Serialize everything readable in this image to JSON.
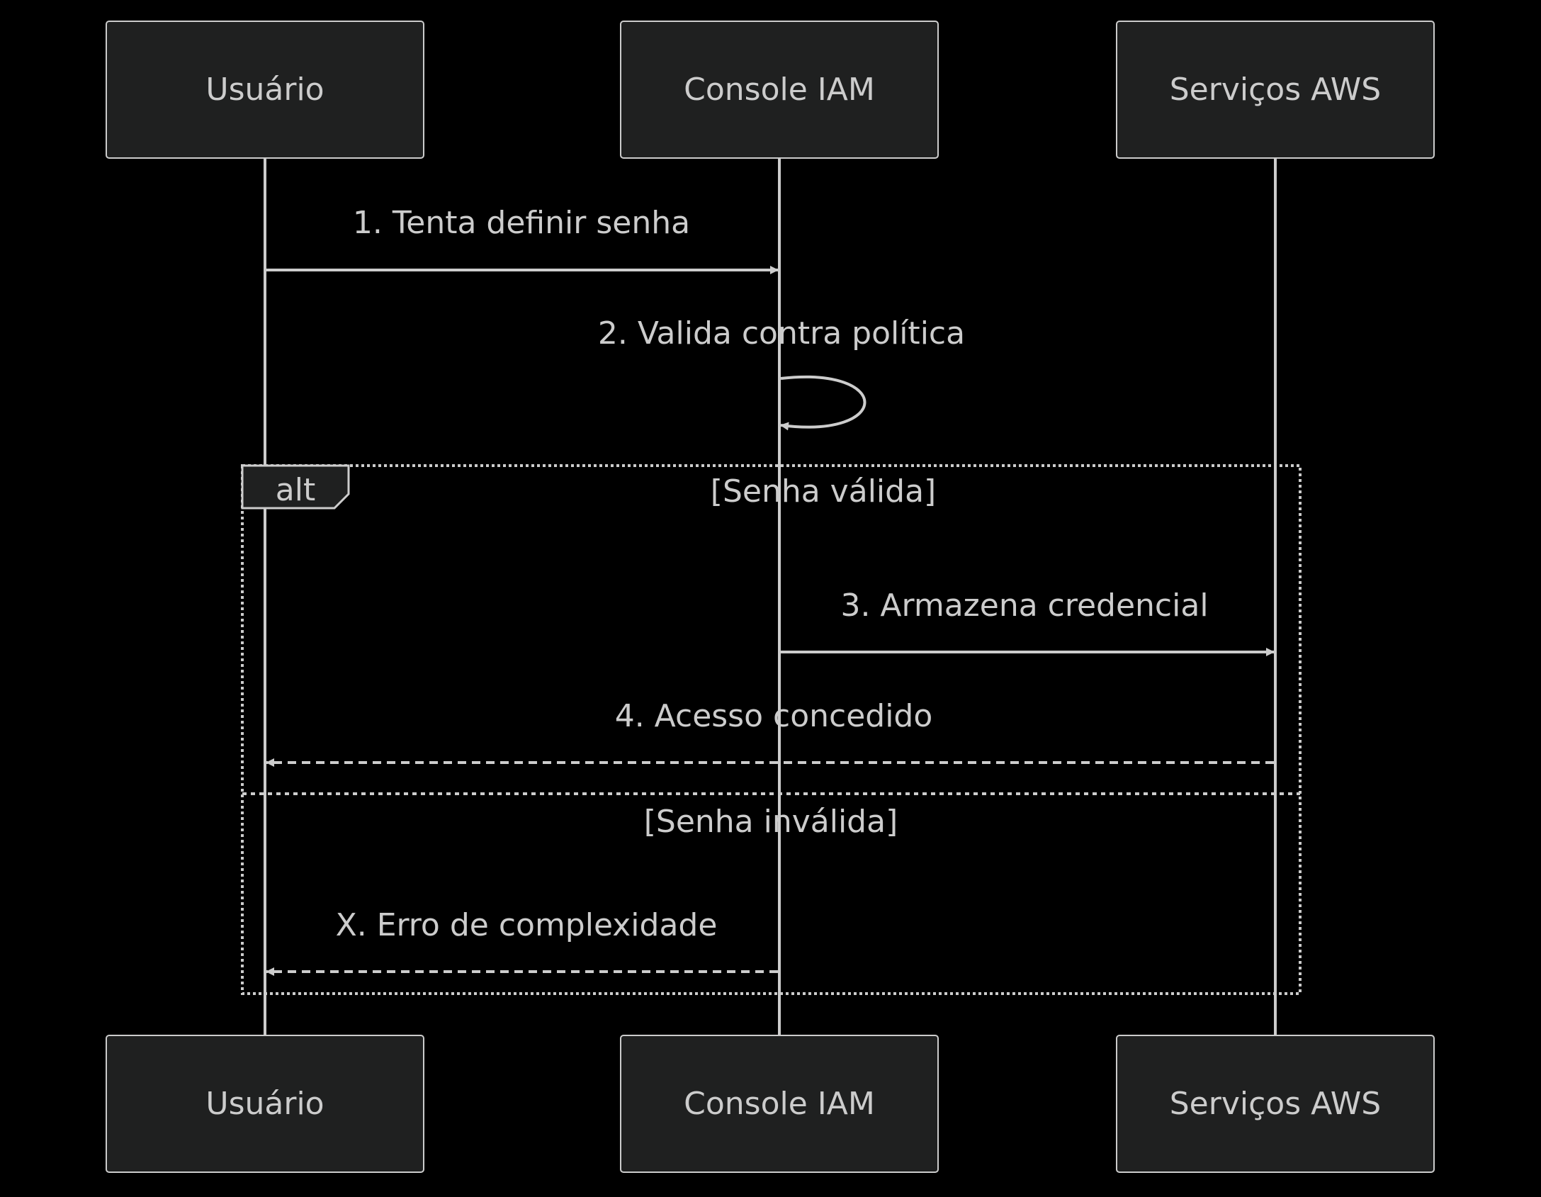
{
  "colors": {
    "background": "#000000",
    "actor_fill": "#1f2020",
    "stroke": "#cccccc",
    "text": "#cccccc"
  },
  "participants": [
    {
      "id": "user",
      "label": "Usuário"
    },
    {
      "id": "console",
      "label": "Console IAM"
    },
    {
      "id": "aws",
      "label": "Serviços AWS"
    }
  ],
  "messages": [
    {
      "from": "user",
      "to": "console",
      "label": "1. Tenta definir senha",
      "style": "solid"
    },
    {
      "from": "console",
      "to": "console",
      "label": "2. Valida contra política",
      "style": "solid"
    },
    {
      "from": "console",
      "to": "aws",
      "label": "3. Armazena credencial",
      "style": "solid"
    },
    {
      "from": "aws",
      "to": "user",
      "label": "4. Acesso concedido",
      "style": "dashed"
    },
    {
      "from": "console",
      "to": "user",
      "label": "X. Erro de complexidade",
      "style": "dashed"
    }
  ],
  "alt_block": {
    "keyword": "alt",
    "conditions": [
      "[Senha válida]",
      "[Senha inválida]"
    ]
  }
}
